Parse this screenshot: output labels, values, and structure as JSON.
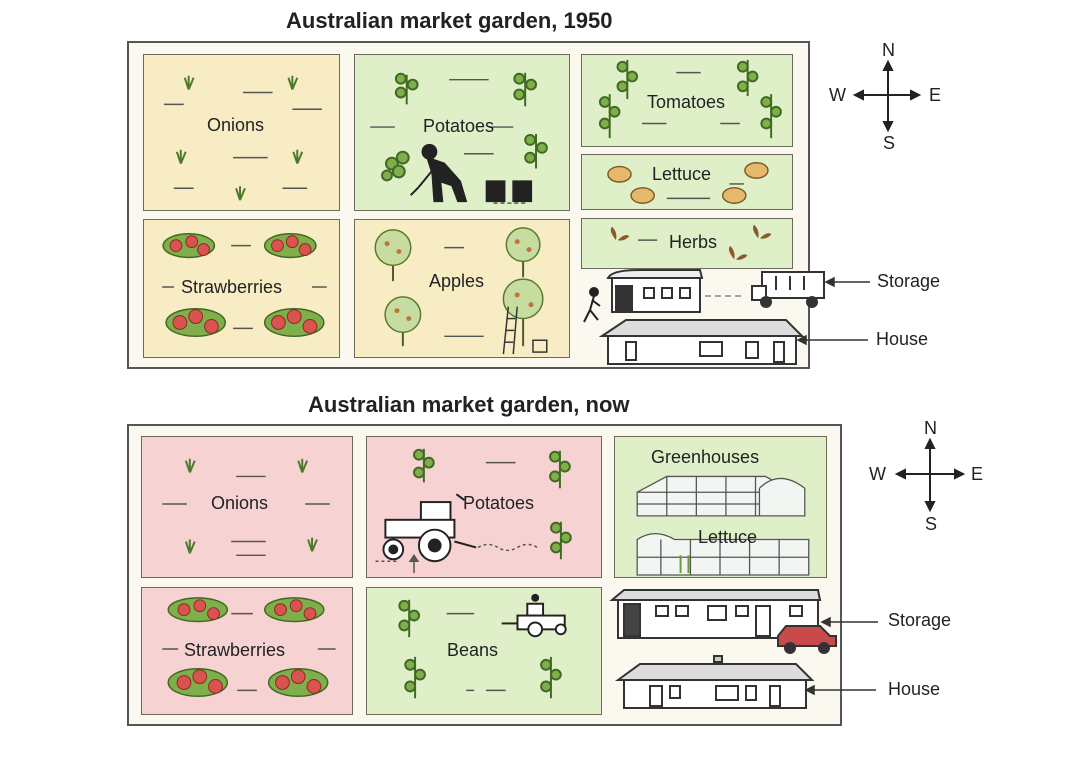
{
  "maps": [
    {
      "title": "Australian market garden, 1950",
      "plots": {
        "onions": "Onions",
        "potatoes": "Potatoes",
        "tomatoes": "Tomatoes",
        "lettuce": "Lettuce",
        "herbs": "Herbs",
        "strawberries": "Strawberries",
        "apples": "Apples"
      },
      "callouts": {
        "storage": "Storage",
        "house": "House"
      }
    },
    {
      "title": "Australian market garden, now",
      "plots": {
        "onions": "Onions",
        "potatoes": "Potatoes",
        "greenhouses": "Greenhouses",
        "lettuce": "Lettuce",
        "strawberries": "Strawberries",
        "beans": "Beans"
      },
      "callouts": {
        "storage": "Storage",
        "house": "House"
      }
    }
  ],
  "compass": {
    "n": "N",
    "e": "E",
    "s": "S",
    "w": "W"
  },
  "colors": {
    "plot_yellow": "#f8ecc4",
    "plot_green": "#dff0c8",
    "plot_pink": "#f6d2d2",
    "strawberry": "#d9534f",
    "leaf": "#6c9a3b"
  }
}
